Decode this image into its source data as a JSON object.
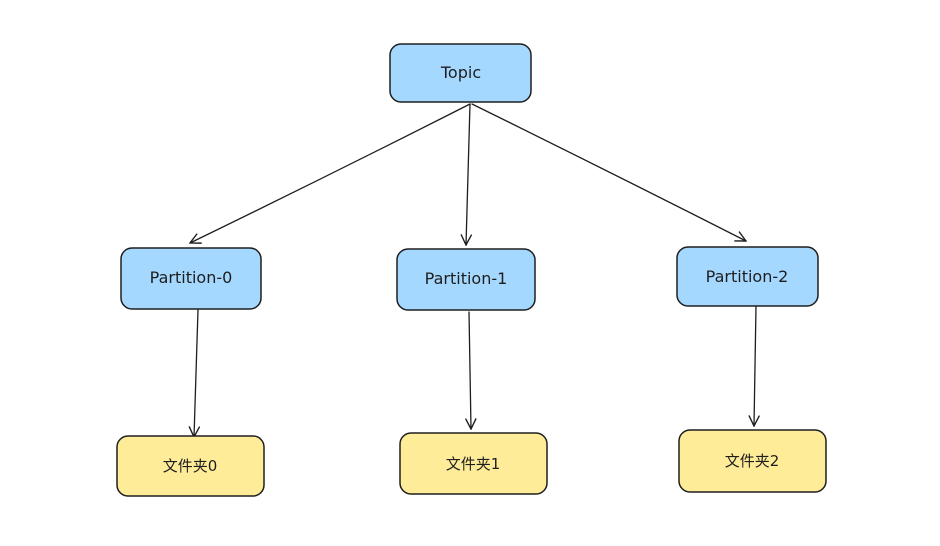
{
  "diagram": {
    "colors": {
      "topic_fill": "#a5d8ff",
      "partition_fill": "#a5d8ff",
      "folder_fill": "#ffec99",
      "stroke": "#1e1e1e",
      "background": "#ffffff"
    },
    "topic": {
      "label": "Topic"
    },
    "partitions": [
      {
        "label": "Partition-0"
      },
      {
        "label": "Partition-1"
      },
      {
        "label": "Partition-2"
      }
    ],
    "folders": [
      {
        "label": "文件夹0"
      },
      {
        "label": "文件夹1"
      },
      {
        "label": "文件夹2"
      }
    ],
    "edges": [
      {
        "from": "Topic",
        "to": "Partition-0"
      },
      {
        "from": "Topic",
        "to": "Partition-1"
      },
      {
        "from": "Topic",
        "to": "Partition-2"
      },
      {
        "from": "Partition-0",
        "to": "文件夹0"
      },
      {
        "from": "Partition-1",
        "to": "文件夹1"
      },
      {
        "from": "Partition-2",
        "to": "文件夹2"
      }
    ]
  }
}
